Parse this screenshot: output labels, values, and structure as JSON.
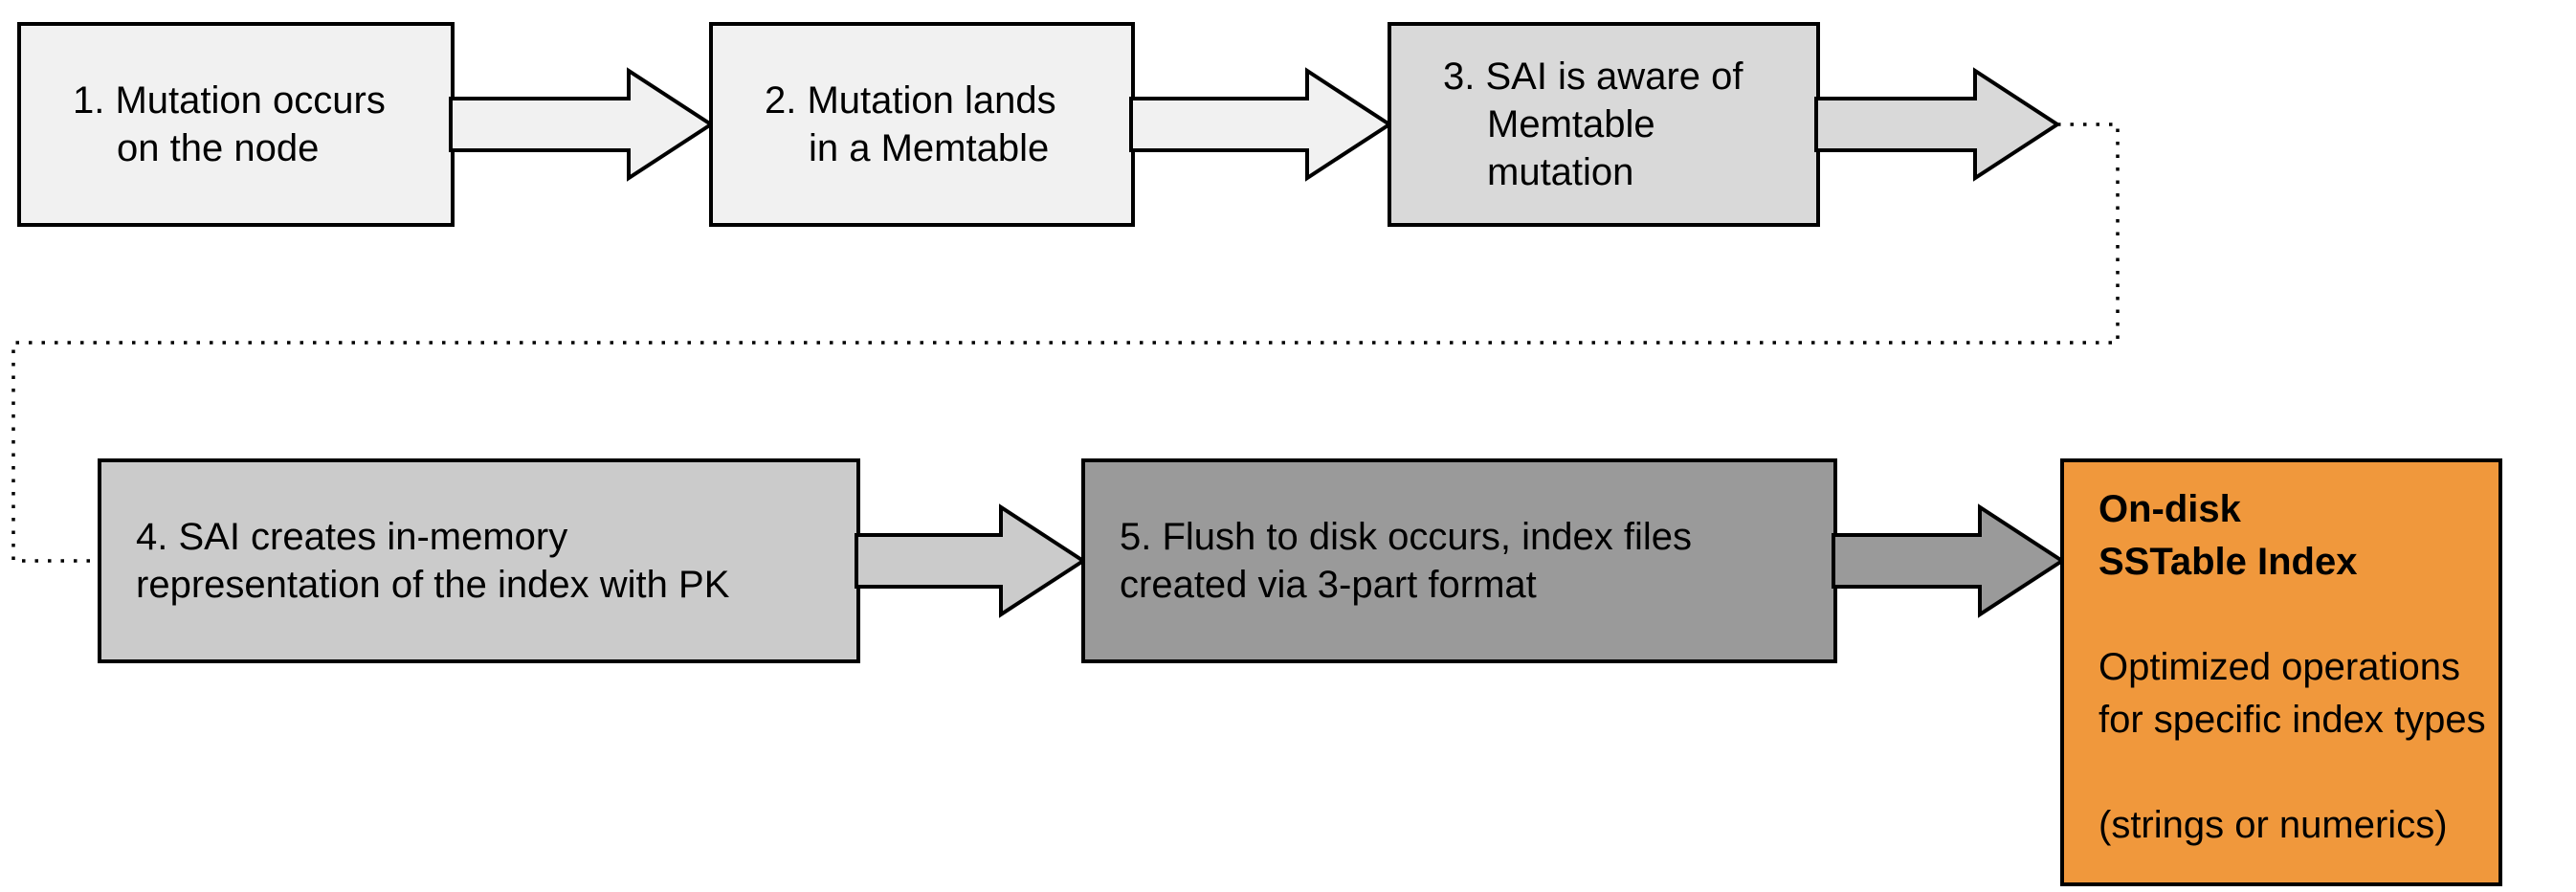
{
  "canvas": {
    "background": "#ffffff",
    "border_color": "#000000",
    "connector_style": "dotted"
  },
  "colors": {
    "light_gray": "#f1f1f1",
    "mid_gray": "#d9d9d9",
    "mid_gray2": "#cbcbcb",
    "dark_gray": "#9a9a9a",
    "orange": "#F0983C",
    "connector": "#000000",
    "text": "#000000"
  },
  "flow": {
    "steps": [
      {
        "id": 1,
        "lines": [
          "1. Mutation occurs",
          "on the node"
        ]
      },
      {
        "id": 2,
        "lines": [
          "2. Mutation lands",
          "in a Memtable"
        ]
      },
      {
        "id": 3,
        "lines": [
          "3. SAI is aware of",
          "Memtable",
          "mutation"
        ]
      },
      {
        "id": 4,
        "lines": [
          "4. SAI creates in-memory",
          "representation of the index with PK"
        ]
      },
      {
        "id": 5,
        "lines": [
          "5. Flush to disk occurs, index files",
          "created via 3-part format"
        ]
      }
    ],
    "result": {
      "title_lines": [
        "On-disk",
        "SSTable Index"
      ],
      "body_lines": [
        "Optimized operations",
        "for specific index types"
      ],
      "note": "(strings or numerics)",
      "fill": "#F0983C"
    }
  }
}
